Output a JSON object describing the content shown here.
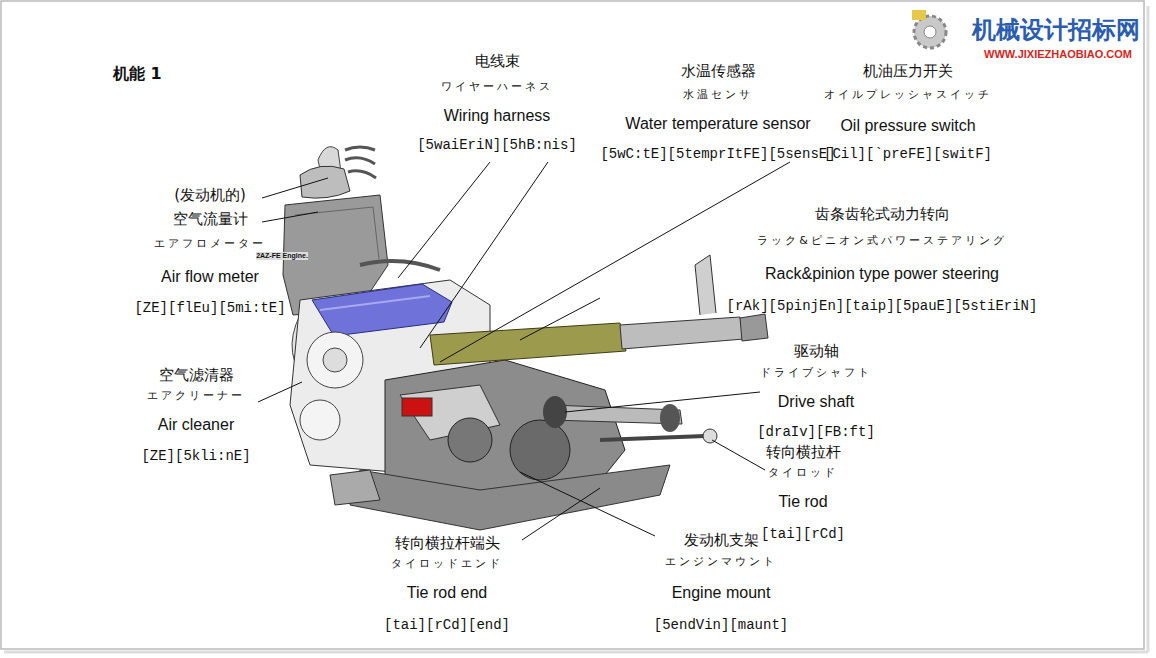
{
  "diagram": {
    "title": "机能 1",
    "labels": [
      "机械设计招标网",
      "WWW.JIXIEZHAOBIAO.COM",
      "电线束",
      "ワイヤーハーネス",
      "Wiring harness",
      "[5waiEriN][5hB:nis]",
      "水温传感器",
      "水温センサ",
      "Water temperature sensor",
      "[5wC:tE][5temprItFE][5sensE]",
      "机油压力开关",
      "オイルプレッシャスイッチ",
      "Oil pressure switch",
      "[Cil][`preFE][switF]",
      "(发动机的)",
      "空气流量计",
      "エアフロメーター",
      "2AZ-FE Engine.",
      "Air flow meter",
      "[ZE][flEu][5mi:tE]",
      "齿条齿轮式动力转向",
      "ラック&ピニオン式パワーステアリング",
      "Rack&pinion type power steering",
      "[rAk][5pinjEn][taip][5pauE][5stiEriN]",
      "空气滤清器",
      "エアクリーナー",
      "Air cleaner",
      "[ZE][5kli:nE]",
      "驱动轴",
      "ドライブシャフト",
      "Drive shaft",
      "[draIv][FB:ft]",
      "转向横拉杆",
      "タイロッド",
      "Tie rod",
      "[tai][rCd]",
      "转向横拉杆端头",
      "タイロッドエンド",
      "Tie rod end",
      "[tai][rCd][end]",
      "发动机支架",
      "エンジンマウント",
      "Engine mount",
      "[5endVin][maunt]"
    ]
  }
}
